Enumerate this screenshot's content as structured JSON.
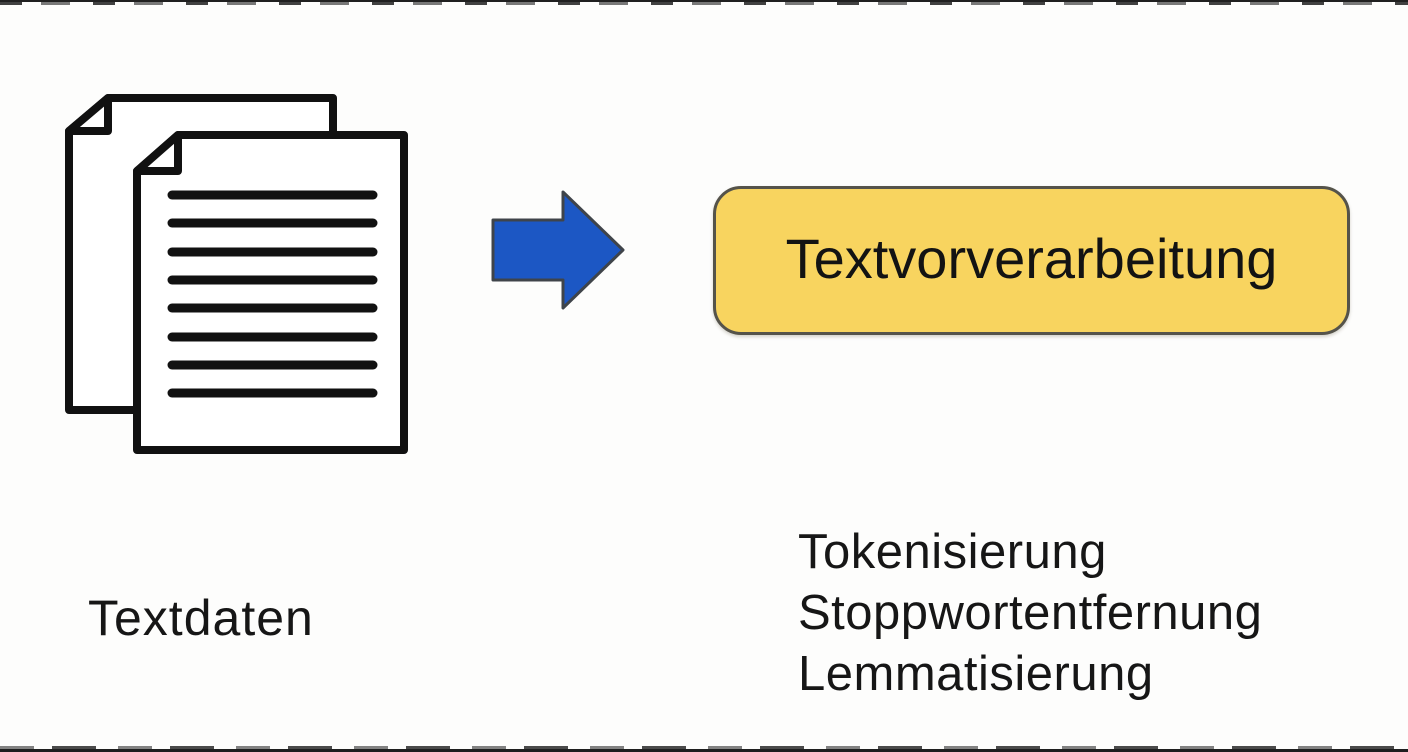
{
  "page": {
    "background_color": "#fdfdfc",
    "artifact_color": "#1e1e1e"
  },
  "colors": {
    "process_box_fill": "#f8d45f",
    "process_box_border": "#55534a",
    "arrow_fill": "#1c57c4",
    "arrow_outline": "#3f444a",
    "icon_stroke": "#111111",
    "text": "#141414"
  },
  "diagram": {
    "source_icon": "documents-icon",
    "source_label": "Textdaten",
    "arrow_icon": "arrow-right-icon",
    "process_label": "Textvorverarbeitung",
    "steps": [
      "Tokenisierung",
      "Stoppwortentfernung",
      "Lemmatisierung"
    ]
  }
}
